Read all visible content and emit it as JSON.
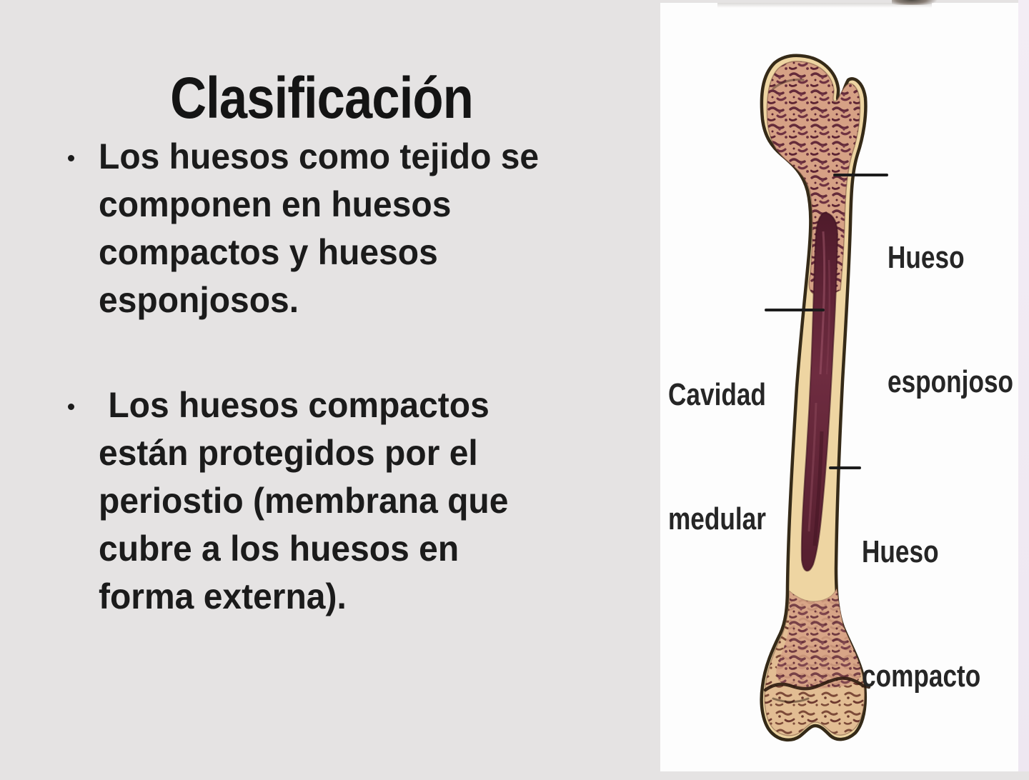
{
  "slide": {
    "title": "Clasificación",
    "background_color": "#e5e3e3",
    "text_color": "#1b1b1b"
  },
  "bullets": [
    {
      "lines": [
        "Los huesos como tejido se",
        "componen en huesos",
        "compactos y huesos",
        "esponjosos."
      ]
    },
    {
      "lines": [
        " Los huesos compactos",
        "están protegidos por el",
        "periostio (membrana que",
        "cubre a los huesos en",
        "forma externa)."
      ]
    }
  ],
  "figure": {
    "type": "anatomical-diagram",
    "subject": "long-bone-longitudinal-section",
    "labels": [
      {
        "lines": [
          "Hueso",
          "esponjoso"
        ]
      },
      {
        "lines": [
          "Cavidad",
          "medular"
        ]
      },
      {
        "lines": [
          "Hueso",
          "compacto"
        ]
      }
    ],
    "colors": {
      "panel_background": "#fdfdfd",
      "cortical_bone": "#eed5a2",
      "outline": "#352a18",
      "spongy_bone": "#d6a185",
      "spongy_bone_distal": "#e2bd93",
      "medullary_cavity": "#5c2130",
      "label_text": "#262626",
      "right_strip": "#efe8f2"
    }
  }
}
